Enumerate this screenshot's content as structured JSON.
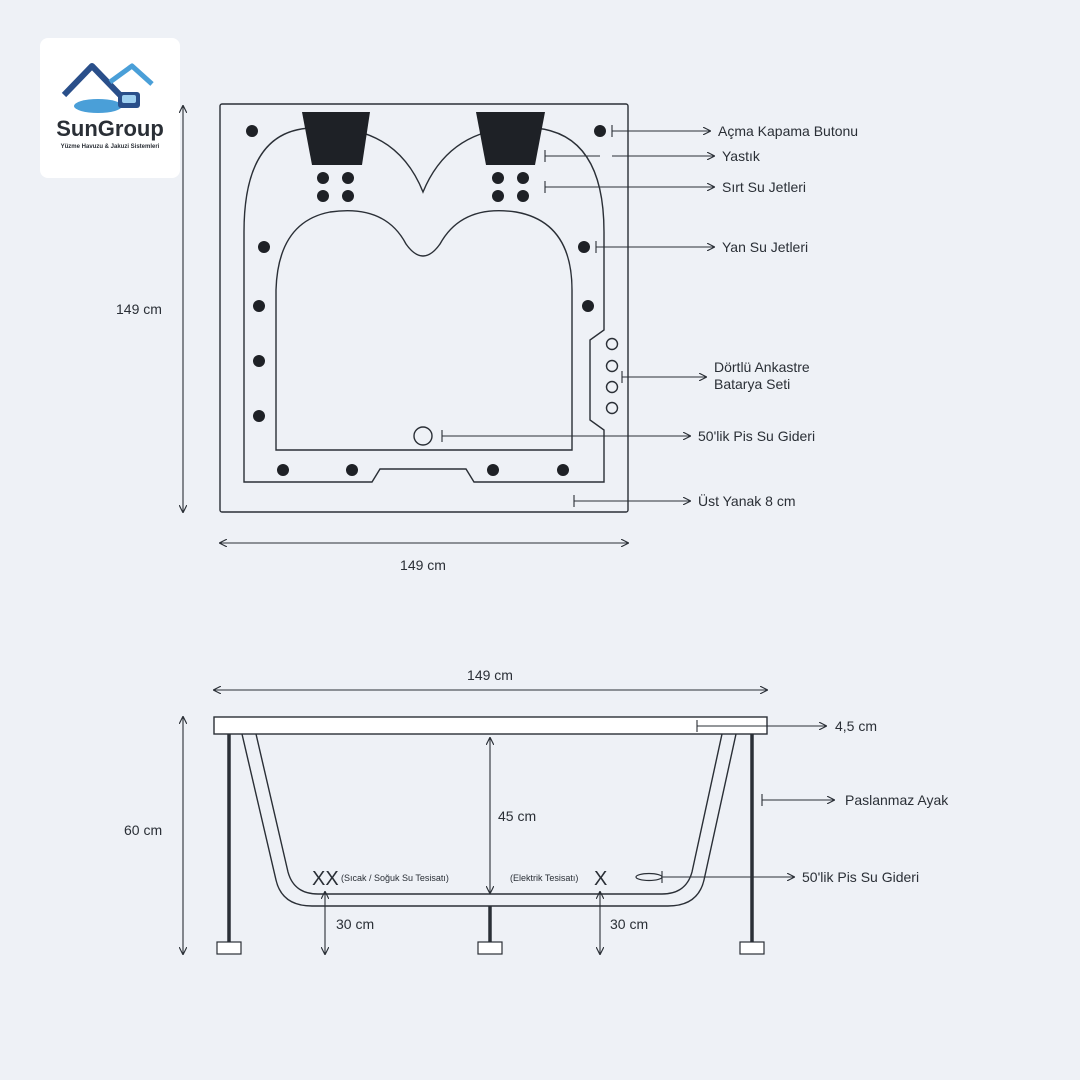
{
  "logo": {
    "brand": "SunGroup",
    "tagline": "Yüzme Havuzu & Jakuzi Sistemleri"
  },
  "top_view": {
    "height_dim": "149 cm",
    "width_dim": "149 cm",
    "labels": {
      "power_button": "Açma Kapama Butonu",
      "pillow": "Yastık",
      "back_jets": "Sırt Su Jetleri",
      "side_jets": "Yan Su Jetleri",
      "faucet_line1": "Dörtlü Ankastre",
      "faucet_line2": "Batarya Seti",
      "drain": "50'lik Pis Su Gideri",
      "rim": "Üst Yanak 8 cm"
    }
  },
  "side_view": {
    "width_dim": "149 cm",
    "height_dim": "60 cm",
    "depth_dim": "45 cm",
    "rim_thickness": "4,5 cm",
    "leg_label": "Paslanmaz Ayak",
    "drain_label": "50'lik Pis Su Gideri",
    "water_mark": "XX",
    "water_note": "(Sıcak / Soğuk Su Tesisatı)",
    "electric_note": "(Elektrik Tesisatı)",
    "electric_mark": "X",
    "left_offset": "30 cm",
    "right_offset": "30 cm"
  },
  "colors": {
    "background": "#eef1f6",
    "line": "#2a2f36",
    "dark_fill": "#1e2126",
    "brand_red": "#c0392b",
    "brand_blue": "#2a4f8a",
    "brand_light_blue": "#4a9fd8"
  }
}
